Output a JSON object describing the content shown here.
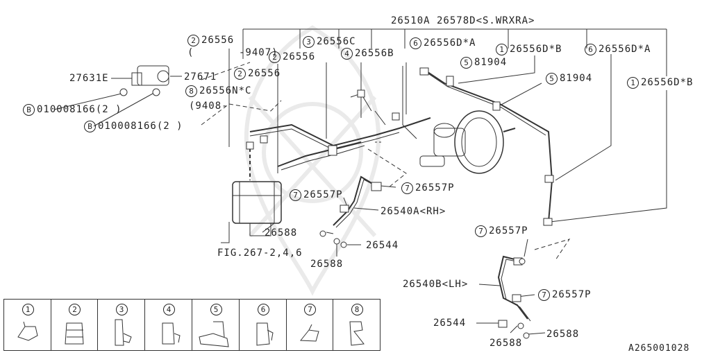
{
  "diagram_id": "A265001028",
  "labels": {
    "top_header": "26510A 26578D<S.WRXRA>",
    "l_26556_a": "26556",
    "l_9407": "-9407)",
    "l_paren_open": "(",
    "l_26556_b": "26556",
    "l_26556C": "26556C",
    "l_26556B": "26556B",
    "l_26556DA_1": "26556D*A",
    "l_26556DB_1": "26556D*B",
    "l_26556DA_2": "26556D*A",
    "l_81904_1": "81904",
    "l_81904_2": "81904",
    "l_26556DB_2": "26556D*B",
    "l_27631E": "27631E",
    "l_27671": "27671",
    "l_26556_c": "26556",
    "l_26556NC": "26556N*C",
    "l_9408": "(9408-",
    "l_bolt1": "010008166(2 )",
    "l_bolt2": "010008166(2 )",
    "l_26557P_hl": "26557P",
    "l_26557P_a": "26557P",
    "l_26540A": "26540A<RH>",
    "l_26588_a": "26588",
    "l_26544_a": "26544",
    "l_26588_b": "26588",
    "l_fig": "FIG.267-2,4,6",
    "l_26557P_b": "26557P",
    "l_26540B": "26540B<LH>",
    "l_26557P_c": "26557P",
    "l_26544_b": "26544",
    "l_26588_c": "26588",
    "l_26588_d": "26588"
  },
  "callouts": {
    "c2": "2",
    "c3": "3",
    "c4": "4",
    "c5": "5",
    "c6": "6",
    "c1": "1",
    "c7": "7",
    "c8": "8",
    "cB": "B"
  },
  "legend": [
    {
      "num": "1",
      "icon": "clip-type-1-icon"
    },
    {
      "num": "2",
      "icon": "clip-type-2-icon"
    },
    {
      "num": "3",
      "icon": "clip-type-3-icon"
    },
    {
      "num": "4",
      "icon": "clip-type-4-icon"
    },
    {
      "num": "5",
      "icon": "clip-type-5-icon"
    },
    {
      "num": "6",
      "icon": "clip-type-6-icon"
    },
    {
      "num": "7",
      "icon": "clip-type-7-icon"
    },
    {
      "num": "8",
      "icon": "clip-type-8-icon"
    }
  ],
  "colors": {
    "line": "#333333",
    "highlight": "#9aa3e6",
    "highlight_border": "#5460c0"
  }
}
